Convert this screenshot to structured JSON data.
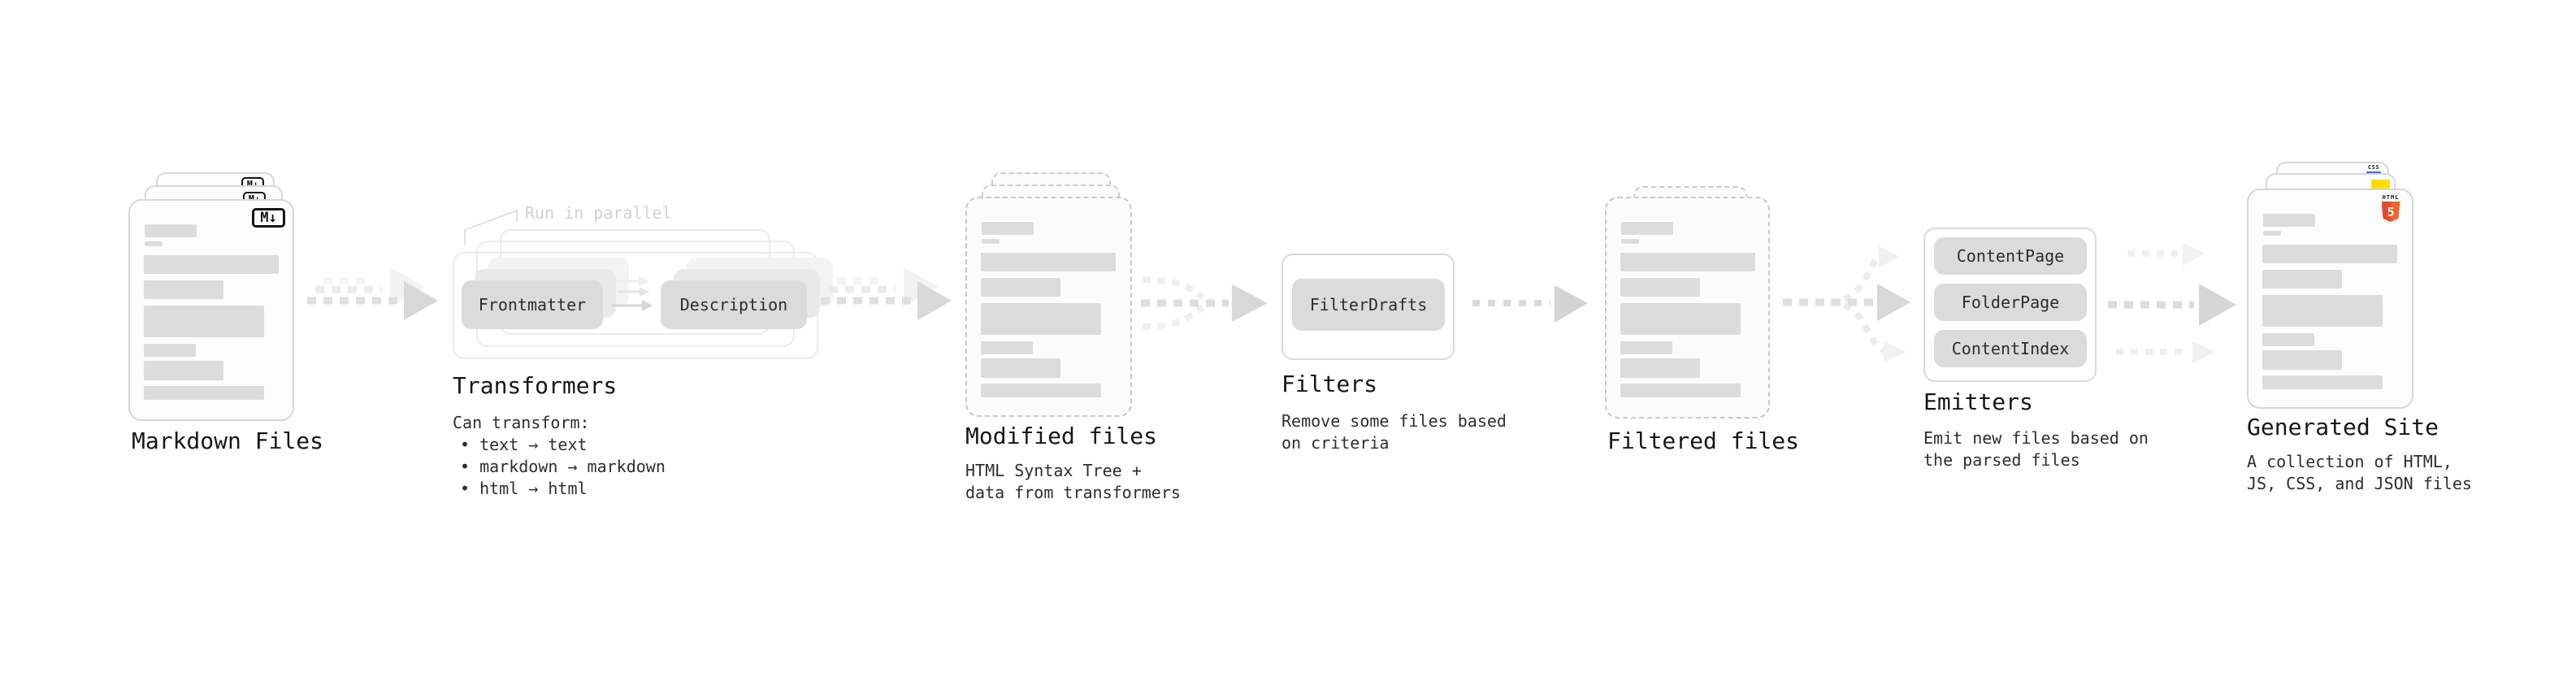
{
  "stages": {
    "markdown": {
      "label": "Markdown Files"
    },
    "transformers": {
      "label": "Transformers",
      "annotation": "Run in parallel",
      "buttons": {
        "frontmatter": "Frontmatter",
        "description": "Description"
      },
      "note_title": "Can transform:",
      "bullets": [
        "• text → text",
        "• markdown → markdown",
        "• html → html"
      ]
    },
    "modified": {
      "label": "Modified files",
      "desc": [
        "HTML Syntax Tree +",
        "data from transformers"
      ]
    },
    "filters": {
      "label": "Filters",
      "buttons": {
        "filter_drafts": "FilterDrafts"
      },
      "desc": [
        "Remove some files based",
        "on criteria"
      ]
    },
    "filtered": {
      "label": "Filtered files"
    },
    "emitters": {
      "label": "Emitters",
      "buttons": {
        "content_page": "ContentPage",
        "folder_page": "FolderPage",
        "content_index": "ContentIndex"
      },
      "desc": [
        "Emit new files based on",
        "the parsed files"
      ]
    },
    "generated": {
      "label": "Generated Site",
      "desc": [
        "A collection of HTML,",
        "JS, CSS, and JSON files"
      ]
    }
  },
  "icons": {
    "markdown_logo": "M↓",
    "css_logo": "CSS",
    "html5_label": "HTML",
    "html5_numeral": "5"
  },
  "colors": {
    "background": "#ffffff",
    "placeholder_bar": "#dcdcdc",
    "button_fill": "#dbdbdb",
    "button_text": "#2d2d2d",
    "label_text": "#171717",
    "muted_annotation": "#d2d2d2",
    "html5_orange": "#e44d26",
    "js_yellow": "#ffdf00",
    "css_blue": "#3b63f3"
  }
}
